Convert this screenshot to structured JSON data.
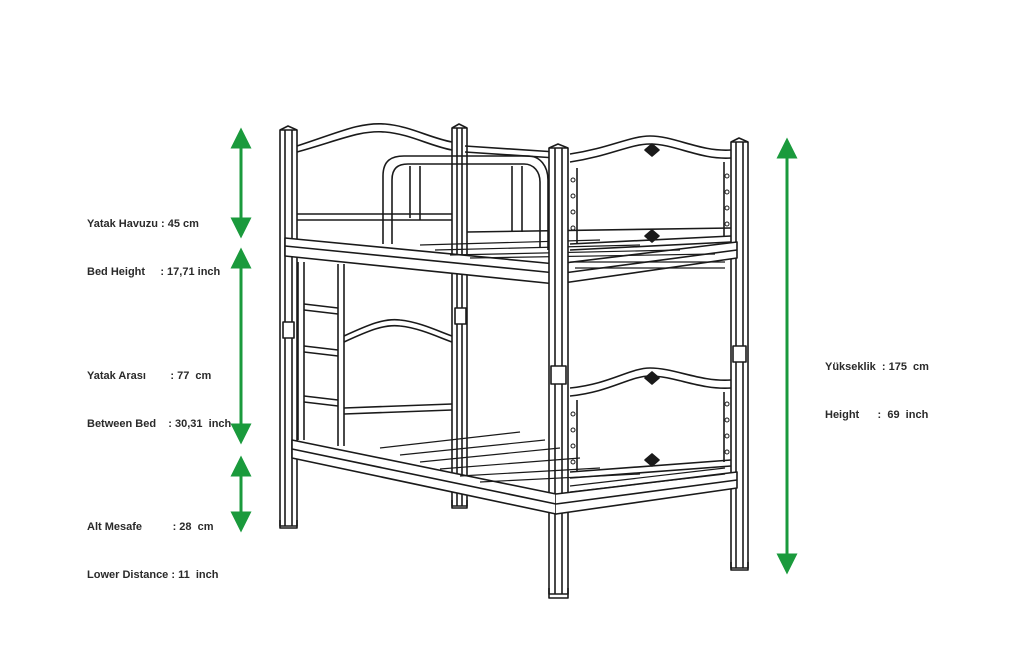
{
  "dimensions": {
    "bed_height": {
      "line1": "Yatak Havuzu : 45 cm",
      "line2": "Bed Height     : 17,71 inch"
    },
    "between_bed": {
      "line1": "Yatak Arası        : 77  cm",
      "line2": "Between Bed    : 30,31  inch"
    },
    "lower_distance": {
      "line1": "Alt Mesafe          : 28  cm",
      "line2": "Lower Distance : 11  inch"
    },
    "height": {
      "line1": "Yükseklik  : 175  cm",
      "line2": "Height      :  69  inch"
    }
  },
  "colors": {
    "arrow": "#1a9a3c",
    "line": "#1a1a1a",
    "text": "#2a2a2a"
  },
  "icons": [
    "double-arrow-icon",
    "bunk-bed-drawing"
  ]
}
